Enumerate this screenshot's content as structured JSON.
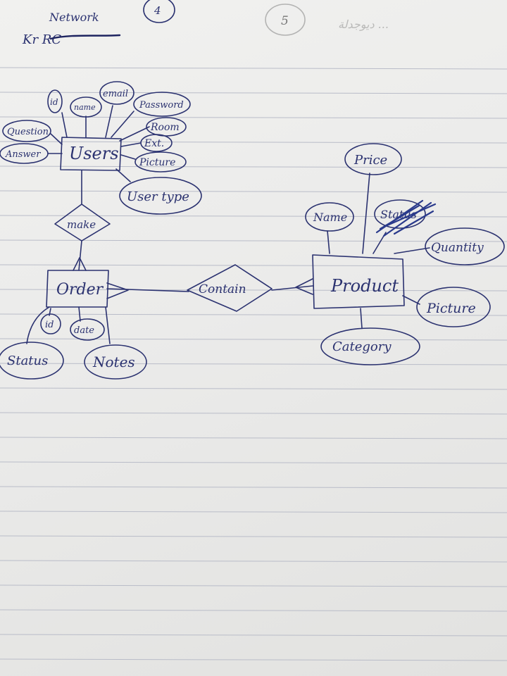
{
  "header": {
    "network_label": "Network",
    "page_number": "4",
    "circled_number": "5",
    "scribbled_note": "Kr RC"
  },
  "diagram": {
    "entities": {
      "users": "Users",
      "order": "Order",
      "product": "Product"
    },
    "relationships": {
      "make": "make",
      "contain": "Contain"
    },
    "users_attributes": {
      "id": "id",
      "name": "name",
      "email": "email",
      "password": "Password",
      "room": "Room",
      "ext": "Ext.",
      "picture": "Picture",
      "user_type": "User type",
      "question": "Question",
      "answer": "Answer"
    },
    "order_attributes": {
      "id": "id",
      "date": "date",
      "status": "Status",
      "notes": "Notes"
    },
    "product_attributes": {
      "price": "Price",
      "name": "Name",
      "status": "Status",
      "quantity": "Quantity",
      "picture": "Picture",
      "category": "Category"
    }
  },
  "colors": {
    "ink": "#2b3270",
    "paper": "#ececea",
    "rule_line": "#b9bcc8"
  }
}
